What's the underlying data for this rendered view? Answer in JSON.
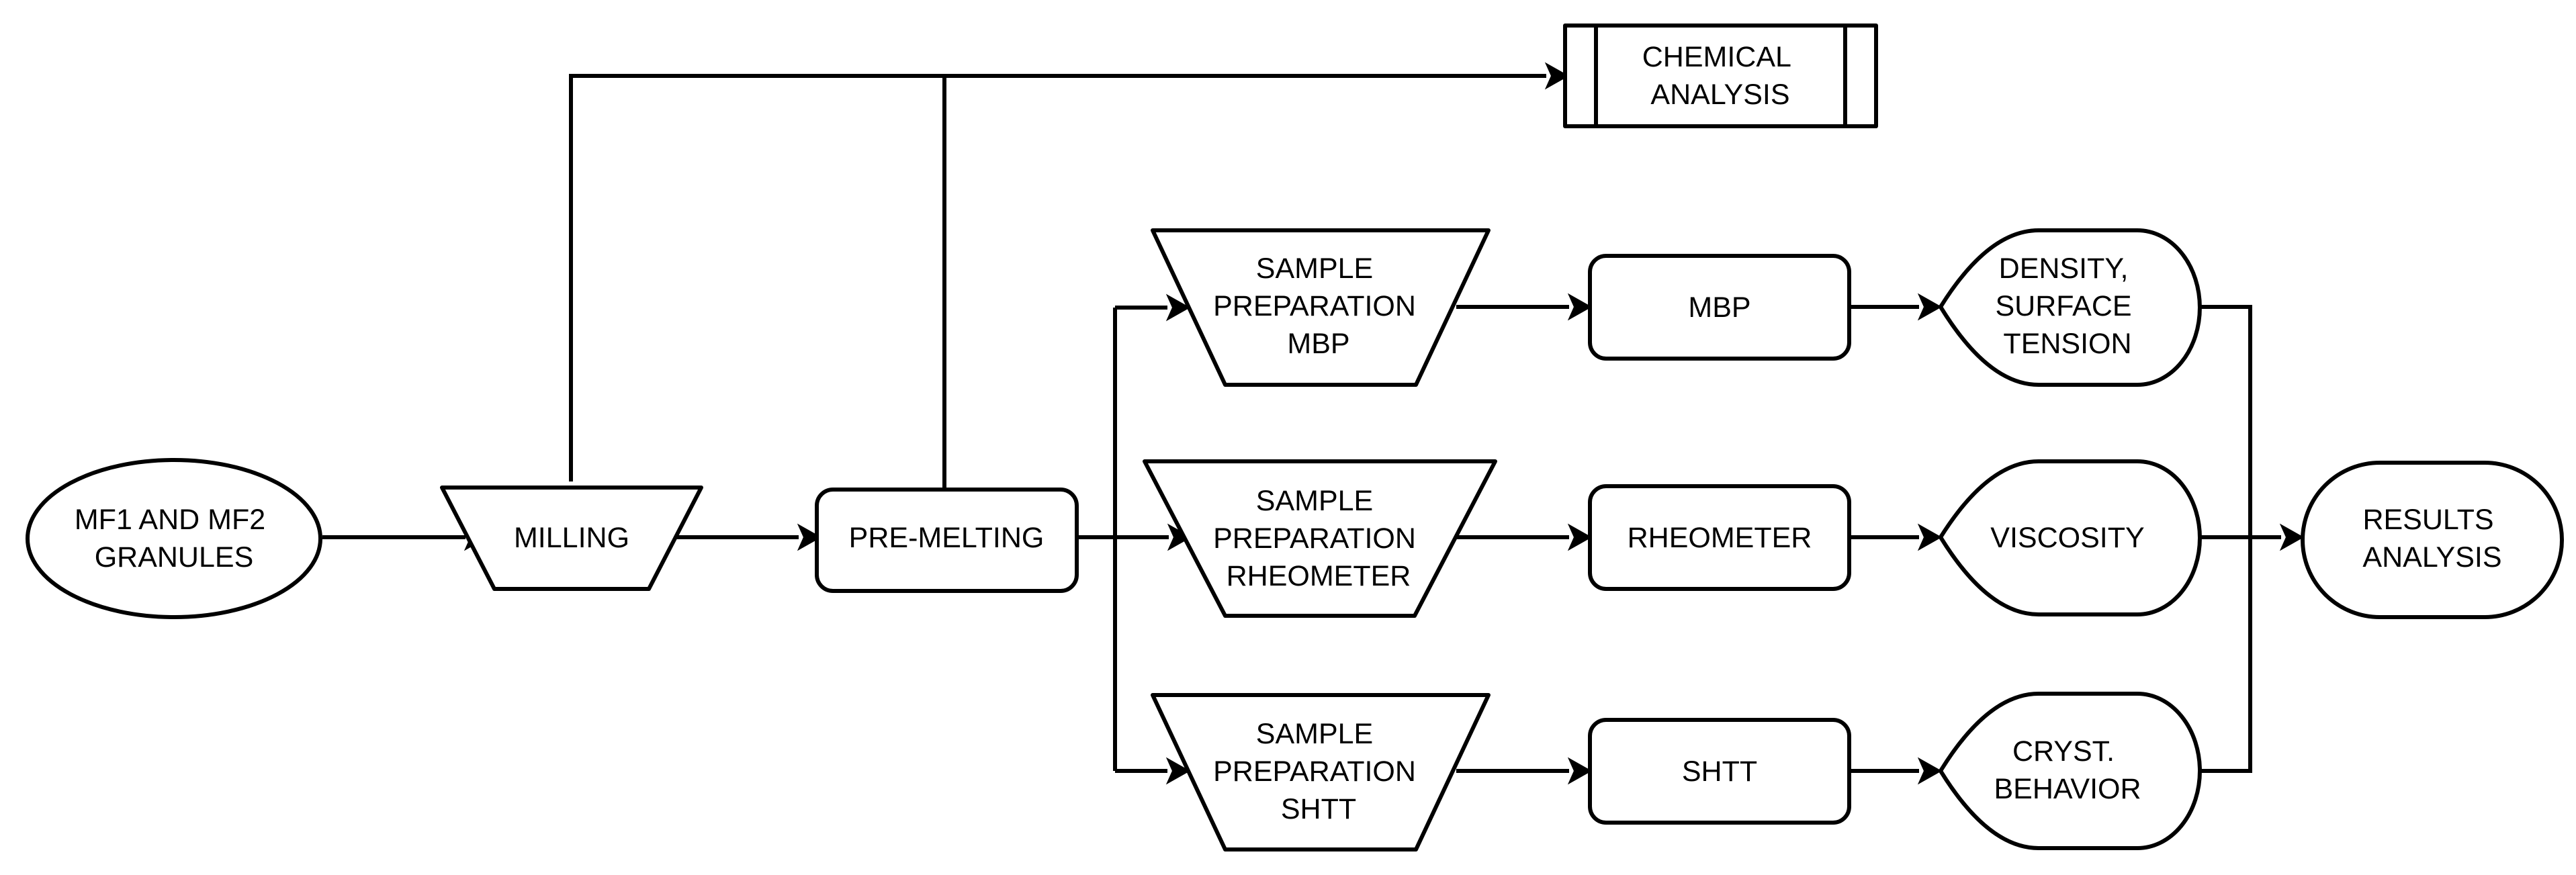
{
  "nodes": {
    "granules": {
      "lines": [
        "MF1 AND MF2",
        "GRANULES"
      ]
    },
    "milling": {
      "lines": [
        "MILLING"
      ]
    },
    "premelting": {
      "lines": [
        "PRE-MELTING"
      ]
    },
    "chemical_analysis": {
      "lines": [
        "CHEMICAL",
        "ANALYSIS"
      ]
    },
    "sample_prep_mbp": {
      "lines": [
        "SAMPLE",
        "PREPARATION",
        "MBP"
      ]
    },
    "sample_prep_rheometer": {
      "lines": [
        "SAMPLE",
        "PREPARATION",
        "RHEOMETER"
      ]
    },
    "sample_prep_shtt": {
      "lines": [
        "SAMPLE",
        "PREPARATION",
        "SHTT"
      ]
    },
    "mbp": {
      "lines": [
        "MBP"
      ]
    },
    "rheometer": {
      "lines": [
        "RHEOMETER"
      ]
    },
    "shtt": {
      "lines": [
        "SHTT"
      ]
    },
    "density_surface_tension": {
      "lines": [
        "DENSITY,",
        "SURFACE",
        "TENSION"
      ]
    },
    "viscosity": {
      "lines": [
        "VISCOSITY"
      ]
    },
    "cryst_behavior": {
      "lines": [
        "CRYST.",
        "BEHAVIOR"
      ]
    },
    "results_analysis": {
      "lines": [
        "RESULTS",
        "ANALYSIS"
      ]
    }
  }
}
